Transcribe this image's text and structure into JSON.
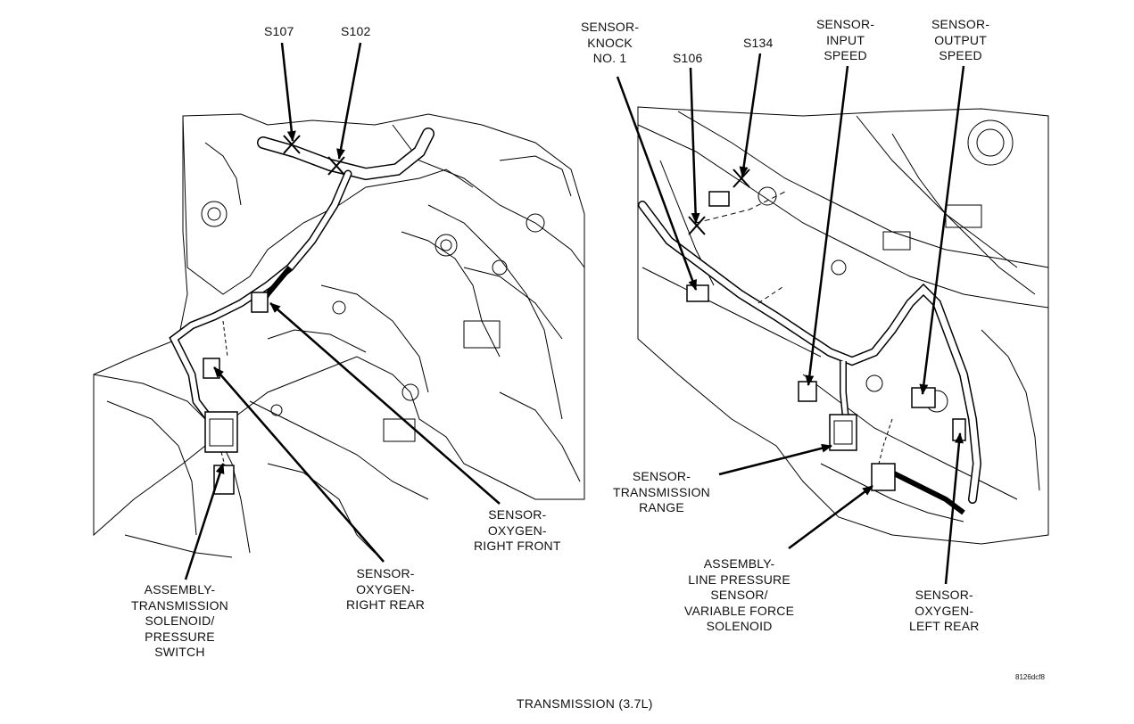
{
  "caption": "TRANSMISSION  (3.7L)",
  "figure_id": "8126dcf8",
  "labels": {
    "s107": [
      "S107"
    ],
    "s102": [
      "S102"
    ],
    "knock": [
      "SENSOR-",
      "KNOCK",
      "NO. 1"
    ],
    "s106": [
      "S106"
    ],
    "s134": [
      "S134"
    ],
    "input_speed": [
      "SENSOR-",
      "INPUT",
      "SPEED"
    ],
    "output_speed": [
      "SENSOR-",
      "OUTPUT",
      "SPEED"
    ],
    "o2_right_front": [
      "SENSOR-",
      "OXYGEN-",
      "RIGHT FRONT"
    ],
    "o2_right_rear": [
      "SENSOR-",
      "OXYGEN-",
      "RIGHT REAR"
    ],
    "trans_solenoid": [
      "ASSEMBLY-",
      "TRANSMISSION",
      "SOLENOID/",
      "PRESSURE",
      "SWITCH"
    ],
    "trans_range": [
      "SENSOR-",
      "TRANSMISSION",
      "RANGE"
    ],
    "line_pressure": [
      "ASSEMBLY-",
      "LINE PRESSURE",
      "SENSOR/",
      "VARIABLE FORCE",
      "SOLENOID"
    ],
    "o2_left_rear": [
      "SENSOR-",
      "OXYGEN-",
      "LEFT REAR"
    ]
  }
}
